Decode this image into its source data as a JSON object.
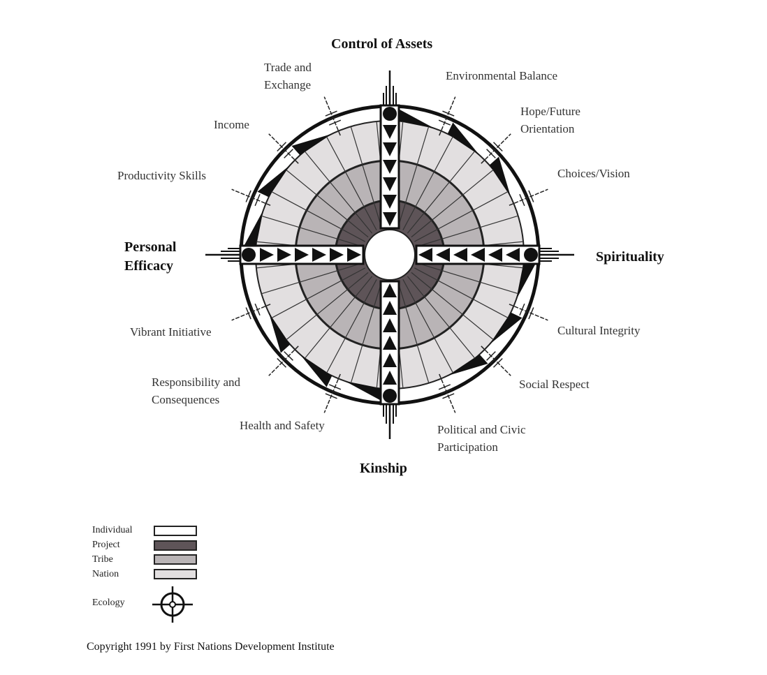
{
  "axes": {
    "top": "Control of Assets",
    "right": "Spirituality",
    "bottom": "Kinship",
    "left_line1": "Personal",
    "left_line2": "Efficacy"
  },
  "elements": {
    "trade": [
      "Trade and",
      "Exchange"
    ],
    "environment": "Environmental Balance",
    "hope": [
      "Hope/Future",
      "Orientation"
    ],
    "choices": "Choices/Vision",
    "income": "Income",
    "productivity": "Productivity Skills",
    "vibrant": "Vibrant Initiative",
    "responsibility": [
      "Responsibility and",
      "Consequences"
    ],
    "health": "Health and Safety",
    "political": [
      "Political and Civic",
      "Participation"
    ],
    "social": "Social Respect",
    "cultural": "Cultural Integrity"
  },
  "legend": {
    "items": [
      {
        "label": "Individual",
        "color": "#ffffff"
      },
      {
        "label": "Project",
        "color": "#5e5458"
      },
      {
        "label": "Tribe",
        "color": "#b9b4b6"
      },
      {
        "label": "Nation",
        "color": "#e2dfe0"
      }
    ],
    "ecology": "Ecology"
  },
  "copyright": "Copyright 1991 by First Nations Development Institute"
}
